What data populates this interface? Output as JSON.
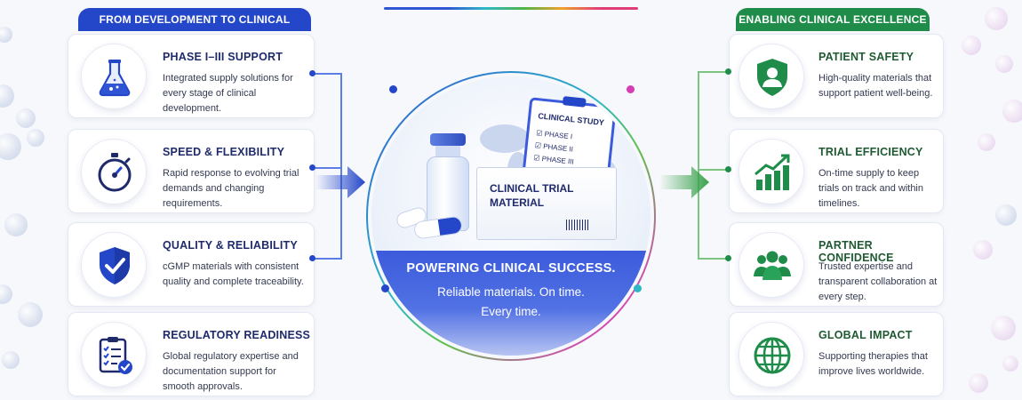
{
  "left_header": "FROM DEVELOPMENT TO CLINICAL SUCCESS",
  "right_header": "ENABLING CLINICAL EXCELLENCE",
  "left_cards": [
    {
      "title": "PHASE I–III SUPPORT",
      "desc": "Integrated supply solutions for every stage of clinical development.",
      "icon": "flask-icon"
    },
    {
      "title": "SPEED & FLEXIBILITY",
      "desc": "Rapid response to evolving trial demands and changing requirements.",
      "icon": "stopwatch-icon"
    },
    {
      "title": "QUALITY & RELIABILITY",
      "desc": "cGMP materials with consistent quality and complete traceability.",
      "icon": "shield-check-icon"
    },
    {
      "title": "REGULATORY READINESS",
      "desc": "Global regulatory expertise and documentation support for smooth approvals.",
      "icon": "checklist-icon"
    }
  ],
  "right_cards": [
    {
      "title": "PATIENT SAFETY",
      "desc": "High-quality materials that support patient well-being.",
      "icon": "patient-shield-icon"
    },
    {
      "title": "TRIAL EFFICIENCY",
      "desc": "On-time supply to keep trials on track and within timelines.",
      "icon": "growth-chart-icon"
    },
    {
      "title": "PARTNER CONFIDENCE",
      "desc": "Trusted expertise and transparent collaboration at every step.",
      "icon": "team-icon"
    },
    {
      "title": "GLOBAL IMPACT",
      "desc": "Supporting therapies that improve lives worldwide.",
      "icon": "globe-icon"
    }
  ],
  "center": {
    "clipboard_title": "CLINICAL STUDY",
    "phases": [
      "PHASE I",
      "PHASE II",
      "PHASE III"
    ],
    "box_label_line1": "CLINICAL TRIAL",
    "box_label_line2": "MATERIAL",
    "banner_title": "POWERING CLINICAL SUCCESS.",
    "banner_line1": "Reliable materials. On time.",
    "banner_line2": "Every time."
  },
  "colors": {
    "left_accent": "#2447c9",
    "right_accent": "#1f8c4a"
  }
}
